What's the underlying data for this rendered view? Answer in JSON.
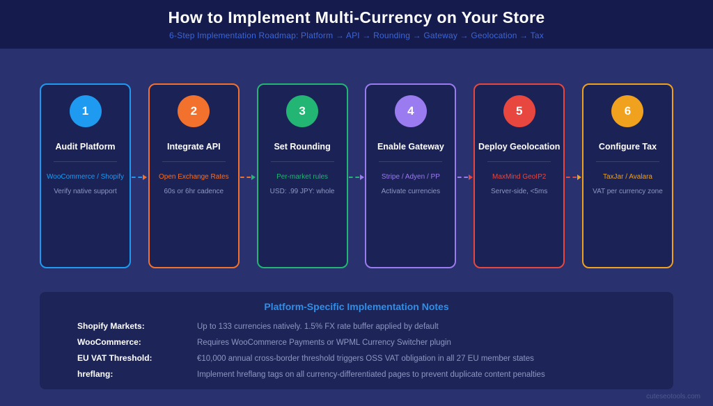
{
  "header": {
    "title": "How to Implement Multi-Currency on Your Store",
    "subtitle": "6-Step Implementation Roadmap: Platform → API → Rounding → Gateway → Geolocation → Tax"
  },
  "steps": [
    {
      "number": "1",
      "title": "Audit Platform",
      "highlight": "WooCommerce / Shopify",
      "detail": "Verify native support",
      "color": "#1e9bf0"
    },
    {
      "number": "2",
      "title": "Integrate API",
      "highlight": "Open Exchange Rates",
      "detail": "60s or 6hr cadence",
      "color": "#f2712c"
    },
    {
      "number": "3",
      "title": "Set Rounding",
      "highlight": "Per-market rules",
      "detail": "USD: .99 JPY: whole",
      "color": "#22b573"
    },
    {
      "number": "4",
      "title": "Enable Gateway",
      "highlight": "Stripe / Adyen / PP",
      "detail": "Activate currencies",
      "color": "#9b7bf0"
    },
    {
      "number": "5",
      "title": "Deploy Geolocation",
      "highlight": "MaxMind GeoIP2",
      "detail": "Server-side, <5ms",
      "color": "#e8473f"
    },
    {
      "number": "6",
      "title": "Configure Tax",
      "highlight": "TaxJar / Avalara",
      "detail": "VAT per currency zone",
      "color": "#f0a11e"
    }
  ],
  "notes": {
    "title": "Platform-Specific Implementation Notes",
    "rows": [
      {
        "label": "Shopify Markets:",
        "text": "Up to 133 currencies natively. 1.5% FX rate buffer applied by default"
      },
      {
        "label": "WooCommerce:",
        "text": "Requires WooCommerce Payments or WPML Currency Switcher plugin"
      },
      {
        "label": "EU VAT Threshold:",
        "text": "€10,000 annual cross-border threshold triggers OSS VAT obligation in all 27 EU member states"
      },
      {
        "label": "hreflang:",
        "text": "Implement hreflang tags on all currency-differentiated pages to prevent duplicate content penalties"
      }
    ]
  },
  "watermark": "cuteseotools.com"
}
